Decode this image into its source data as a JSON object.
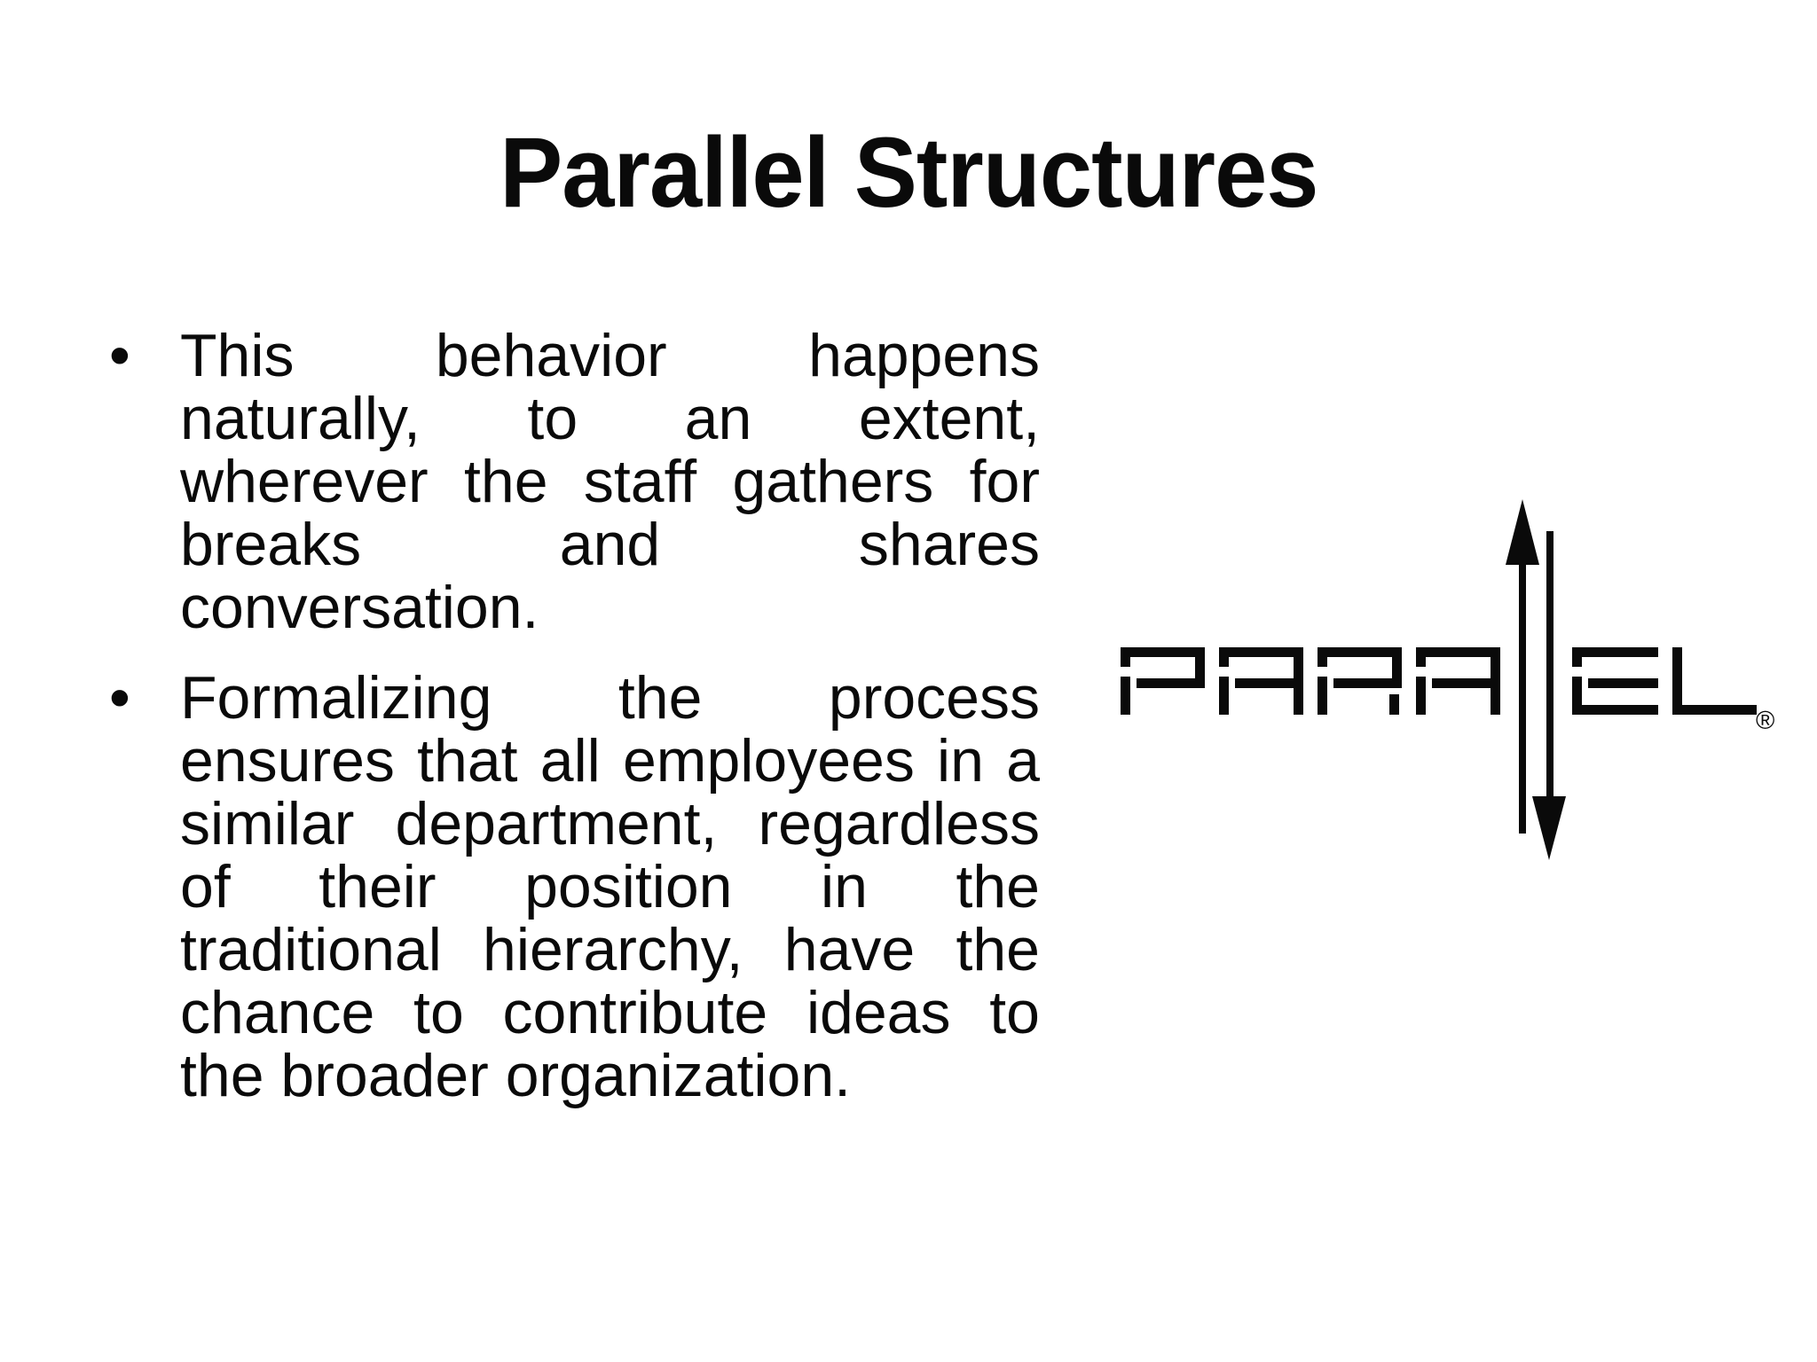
{
  "slide": {
    "title": "Parallel Structures",
    "bullets": [
      {
        "marker": "•",
        "text": "This behavior happens naturally, to an extent, wherever the staff gathers for breaks and shares conversation.",
        "lines": [
          "This behavior happens",
          "naturally, to an extent,",
          "wherever the staff gathers for",
          "breaks and shares",
          "conversation."
        ]
      },
      {
        "marker": "•",
        "text": "Formalizing the process ensures that all employees in a similar department, regardless of their position in the traditional hierarchy, have the chance to contribute ideas to the broader organization.",
        "lines": [
          "Formalizing the process",
          "ensures that all employees in a",
          "similar department, regardless",
          "of their position in the",
          "traditional hierarchy, have the",
          "chance to contribute ideas to",
          "the broader organization."
        ]
      }
    ],
    "logo": {
      "brand": "PARALLEL",
      "left_letters": "PARA",
      "right_letters": "EL",
      "registered_mark": "®",
      "ink_color": "#0a0a0a"
    },
    "colors": {
      "background": "#ffffff",
      "text": "#0a0a0a"
    }
  }
}
